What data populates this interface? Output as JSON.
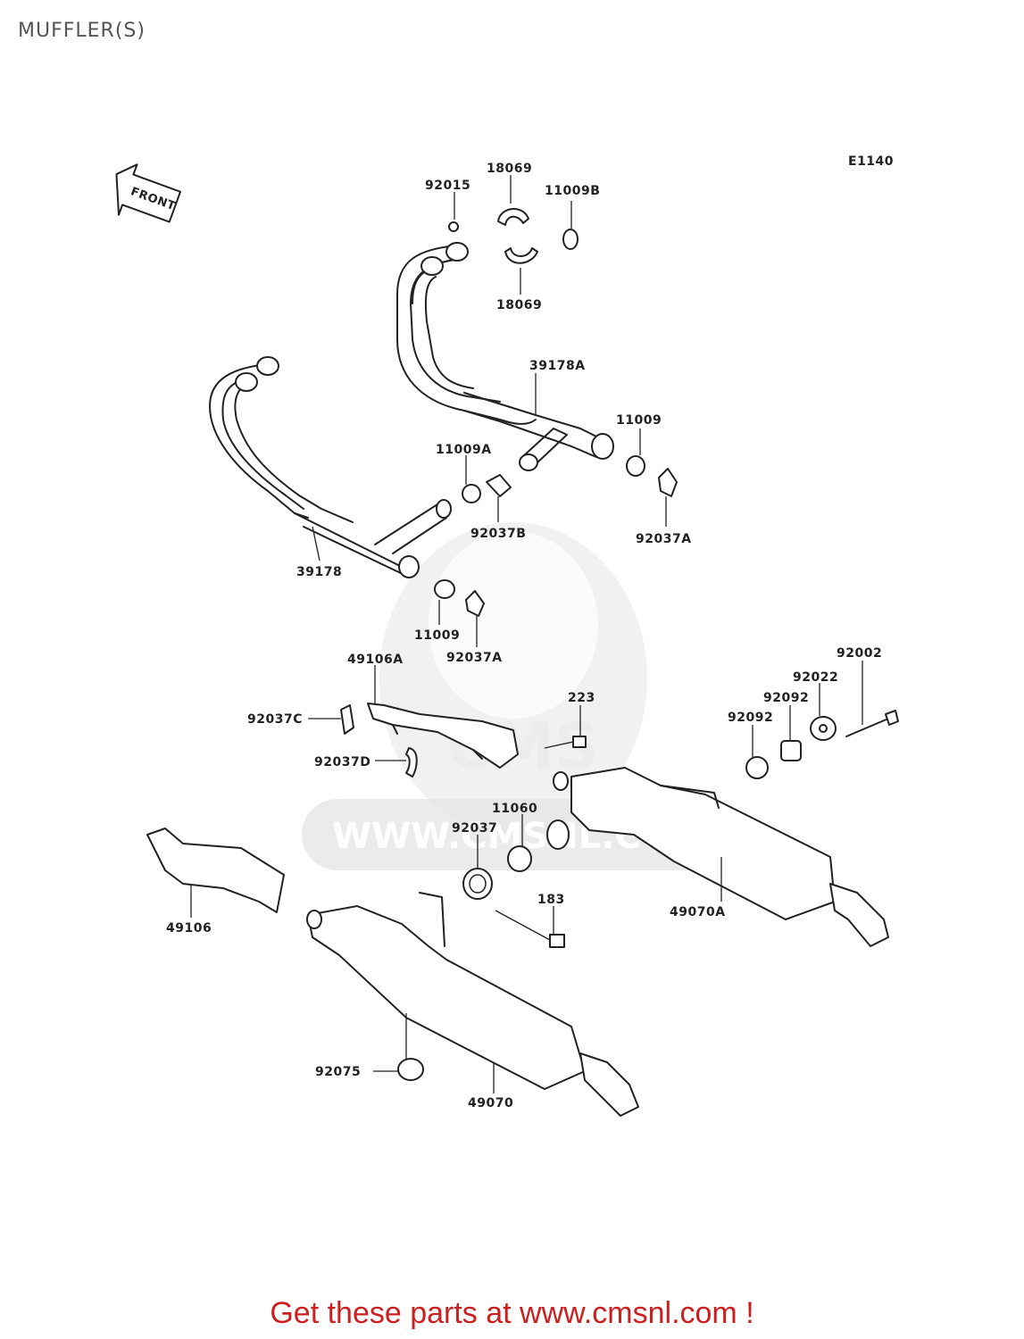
{
  "title": "MUFFLER(S)",
  "diagram_code": "E1140",
  "front_label": "FRONT",
  "watermark_text": "WWW.CMSNL.COM",
  "watermark_logo_text": "CMS",
  "footer_text": "Get these parts at www.cmsnl.com !",
  "labels": {
    "p92015": "92015",
    "p18069a": "18069",
    "p11009B": "11009B",
    "p18069b": "18069",
    "p39178A": "39178A",
    "p11009a": "11009",
    "p11009A": "11009A",
    "p92037B": "92037B",
    "p92037A_a": "92037A",
    "p39178": "39178",
    "p11009b": "11009",
    "p92037A_b": "92037A",
    "p49106A": "49106A",
    "p223": "223",
    "p92002": "92002",
    "p92022": "92022",
    "p92092a": "92092",
    "p92092b": "92092",
    "p92037C": "92037C",
    "p92037D": "92037D",
    "p11060": "11060",
    "p92037": "92037",
    "p183": "183",
    "p49070A": "49070A",
    "p49106": "49106",
    "p92075": "92075",
    "p49070": "49070"
  },
  "colors": {
    "footer": "#cc1f1f",
    "line": "#222222",
    "watermark": "#e6e6e6"
  }
}
